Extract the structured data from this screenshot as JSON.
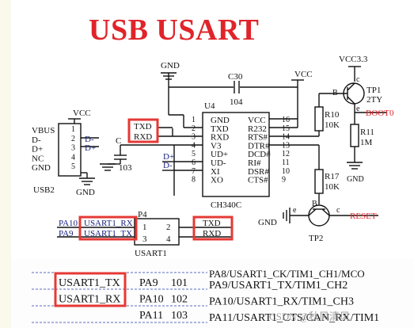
{
  "title": "USB USART",
  "power": {
    "gnd_top": "GND",
    "cap_c30": "C30",
    "cap_c30_value": "104",
    "vcc_top": "VCC",
    "vcc33": "VCC3.3",
    "tp1": "TP1",
    "tp1_part": "2TY",
    "boot0": "BOOT0",
    "r10": "R10",
    "r10_value": "10K",
    "r11": "R11",
    "r11_value": "1M",
    "r17": "R17",
    "r17_value": "10K",
    "b_top": "B",
    "c_top": "c",
    "e_top": "e",
    "b_tp2": "B",
    "c_tp2": "c",
    "e_tp2": "e",
    "reset": "RESET",
    "tp2": "TP2",
    "gnd_tp2": "GND",
    "gnd_r11": "GND"
  },
  "usb": {
    "vcc": "VCC",
    "pins": [
      "VBUS",
      "D-",
      "D+",
      "NC",
      "GND"
    ],
    "pin_numbers": [
      "1",
      "2",
      "3",
      "4",
      "5"
    ],
    "net_dminus": "D-",
    "net_dplus": "D+",
    "label": "USB2",
    "gnd": "GND",
    "cap_c": "C",
    "cap_value": "103"
  },
  "chip": {
    "ref": "U4",
    "part": "CH340C",
    "left_pins": [
      "GND",
      "TXD",
      "RXD",
      "V3",
      "UD+",
      "UD-",
      "XI",
      "XO"
    ],
    "left_numbers": [
      "1",
      "2",
      "3",
      "4",
      "5",
      "6",
      "7",
      "8"
    ],
    "right_pins": [
      "VCC",
      "R232",
      "RTS#",
      "DTR#",
      "DCD#",
      "RI#",
      "DSR#",
      "CTS#"
    ],
    "right_numbers": [
      "16",
      "15",
      "14",
      "13",
      "12",
      "11",
      "10",
      "9"
    ],
    "net_txd": "TXD",
    "net_rxd": "RXD",
    "net_dplus": "D+",
    "net_dminus": "D-"
  },
  "header": {
    "ref": "P4",
    "label": "USART1",
    "pins": [
      "1",
      "2",
      "3",
      "4"
    ],
    "pa10": "PA10",
    "pa9": "PA9",
    "rx_net": "USART1_RX",
    "tx_net": "USART1_TX",
    "txd": "TXD",
    "rxd": "RXD"
  },
  "pin_table": {
    "rows": [
      {
        "net": "USART1_TX",
        "pin": "PA9",
        "num": "101",
        "func": "PA9/USART1_TX/TIM1_CH2"
      },
      {
        "net": "USART1_RX",
        "pin": "PA10",
        "num": "102",
        "func": "PA10/USART1_RX/TIM1_CH3"
      },
      {
        "net": "",
        "pin": "PA11",
        "num": "103",
        "func": "PA11/USART1_CTS/CAN_RX/TIM1"
      }
    ],
    "top_func": "PA8/USART1_CK/TIM1_CH1/MCO",
    "watermark": "CSDN @秋风清风"
  }
}
